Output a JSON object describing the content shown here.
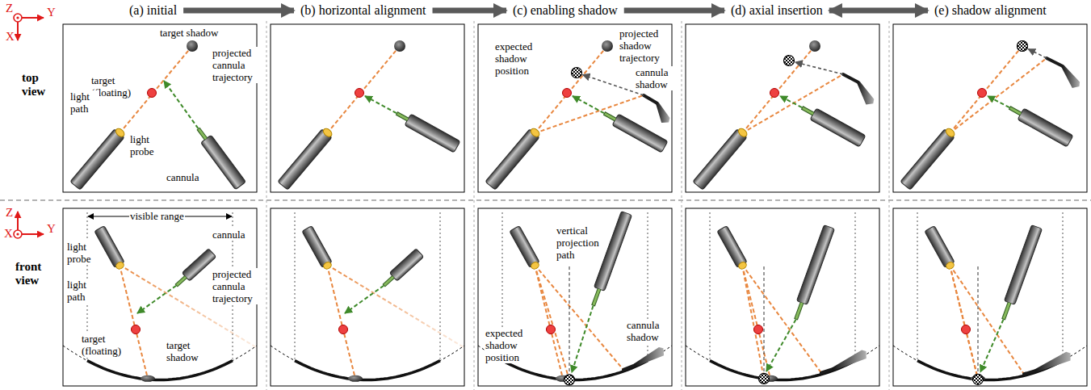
{
  "diagram": {
    "nodes": [
      {
        "text": [
          "(a) initial"
        ]
      },
      {
        "text": [
          "(b) horizontal alignment"
        ]
      },
      {
        "text": [
          "(c) enabling shadow"
        ]
      },
      {
        "text": [
          "(d) axial insertion"
        ]
      },
      {
        "text": [
          "(e) shadow alignment"
        ]
      }
    ],
    "edges": [
      {
        "from": 0,
        "to": 1,
        "arrow": "to"
      },
      {
        "from": 1,
        "to": 2,
        "arrow": "to"
      },
      {
        "from": 2,
        "to": 3,
        "arrow": "to"
      },
      {
        "from": 3,
        "to": 4,
        "arrow": "both"
      }
    ],
    "labels": [
      "Z",
      "Y",
      "X",
      "top view",
      "Z",
      "X",
      "Y",
      "front view",
      "target shadow",
      "target (floating)",
      "projected cannula trajectory",
      "light path",
      "light probe",
      "cannula",
      "expected shadow position",
      "projected shadow trajectory",
      "cannula shadow",
      "visible range",
      "light probe",
      "cannula",
      "projected cannula trajectory",
      "light path",
      "target (floating)",
      "target shadow",
      "vertical projection path",
      "expected shadow position",
      "cannula shadow"
    ]
  }
}
